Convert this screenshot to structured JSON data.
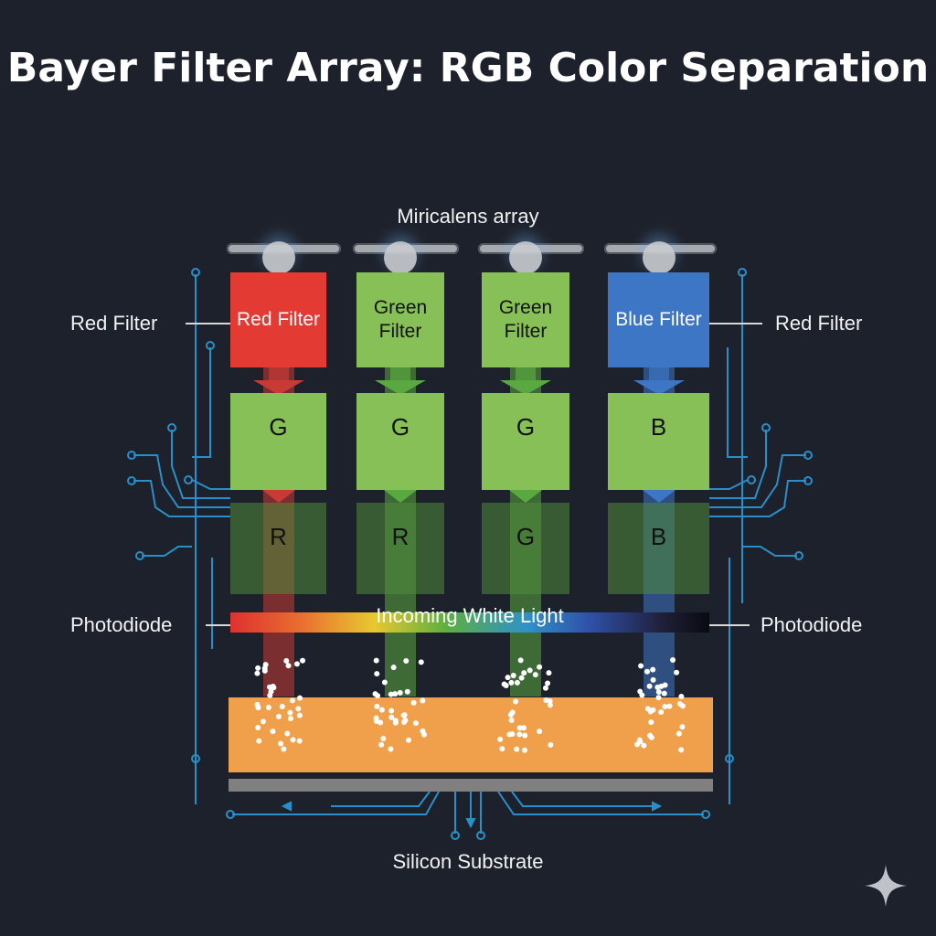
{
  "title": "Bayer Filter Array: RGB Color Separation",
  "microlens_label": "Miricalens array",
  "side_labels": {
    "left_filter": "Red Filter",
    "right_filter": "Red Filter",
    "left_photodiode": "Photodiode",
    "right_photodiode": "Photodiode"
  },
  "columns": [
    {
      "filter": "Red Filter",
      "filter_color": "#e33a34",
      "text_color": "#ffffff",
      "top_cell": "G",
      "bottom_cell": "R",
      "beam_color": "#c83a34"
    },
    {
      "filter": "Green Filter",
      "filter_color": "#86c057",
      "text_color": "#111111",
      "top_cell": "G",
      "bottom_cell": "R",
      "beam_color": "#5aa840"
    },
    {
      "filter": "Green Filter",
      "filter_color": "#86c057",
      "text_color": "#111111",
      "top_cell": "G",
      "bottom_cell": "G",
      "beam_color": "#5aa840"
    },
    {
      "filter": "Blue Filter",
      "filter_color": "#3d76c4",
      "text_color": "#ffffff",
      "top_cell": "B",
      "bottom_cell": "B",
      "beam_color": "#3d76c4"
    }
  ],
  "spectrum_label": "Incoming White Light",
  "substrate_label": "Silicon Substrate",
  "accent_trace": "#2a8fc8"
}
